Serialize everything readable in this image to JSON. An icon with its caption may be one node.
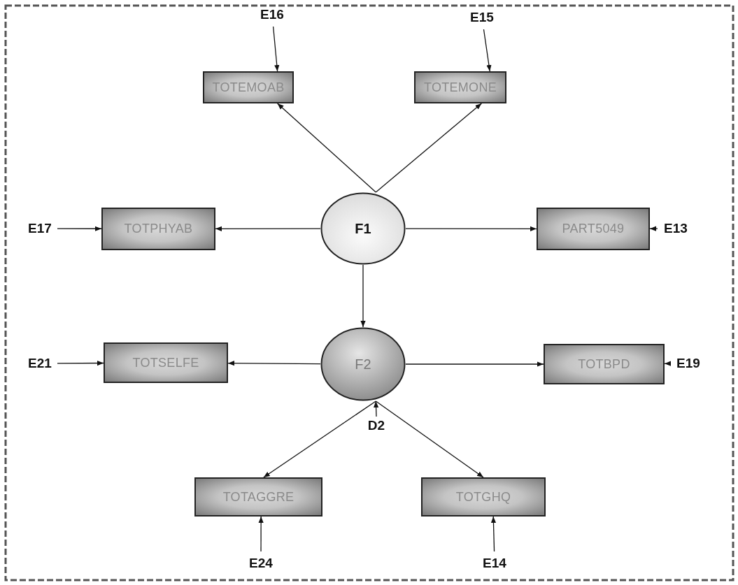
{
  "diagram": {
    "nodes": [
      {
        "text": [
          "F1"
        ]
      },
      {
        "text": [
          "F2"
        ]
      },
      {
        "text": [
          "TOTEMOAB"
        ]
      },
      {
        "text": [
          "TOTEMONE"
        ]
      },
      {
        "text": [
          "TOTPHYAB"
        ]
      },
      {
        "text": [
          "PART5049"
        ]
      },
      {
        "text": [
          "TOTSELFE"
        ]
      },
      {
        "text": [
          "TOTBPD"
        ]
      },
      {
        "text": [
          "TOTAGGRE"
        ]
      },
      {
        "text": [
          "TOTGHQ"
        ]
      },
      {
        "text": [
          "E16"
        ]
      },
      {
        "text": [
          "E15"
        ]
      },
      {
        "text": [
          "E17"
        ]
      },
      {
        "text": [
          "E13"
        ]
      },
      {
        "text": [
          "E21"
        ]
      },
      {
        "text": [
          "E19"
        ]
      },
      {
        "text": [
          "D2"
        ]
      },
      {
        "text": [
          "E24"
        ]
      },
      {
        "text": [
          "E14"
        ]
      }
    ],
    "edges": [
      {
        "from": 0,
        "to": 2,
        "arrow": "to"
      },
      {
        "from": 0,
        "to": 3,
        "arrow": "to"
      },
      {
        "from": 0,
        "to": 4,
        "arrow": "to"
      },
      {
        "from": 0,
        "to": 5,
        "arrow": "to"
      },
      {
        "from": 0,
        "to": 1,
        "arrow": "to"
      },
      {
        "from": 1,
        "to": 6,
        "arrow": "to"
      },
      {
        "from": 1,
        "to": 7,
        "arrow": "to"
      },
      {
        "from": 1,
        "to": 8,
        "arrow": "to"
      },
      {
        "from": 1,
        "to": 9,
        "arrow": "to"
      },
      {
        "from": 10,
        "to": 2,
        "arrow": "to"
      },
      {
        "from": 11,
        "to": 3,
        "arrow": "to"
      },
      {
        "from": 12,
        "to": 4,
        "arrow": "to"
      },
      {
        "from": 13,
        "to": 5,
        "arrow": "to"
      },
      {
        "from": 14,
        "to": 6,
        "arrow": "to"
      },
      {
        "from": 15,
        "to": 7,
        "arrow": "to"
      },
      {
        "from": 16,
        "to": 1,
        "arrow": "to"
      },
      {
        "from": 17,
        "to": 8,
        "arrow": "to"
      },
      {
        "from": 18,
        "to": 9,
        "arrow": "to"
      }
    ]
  }
}
